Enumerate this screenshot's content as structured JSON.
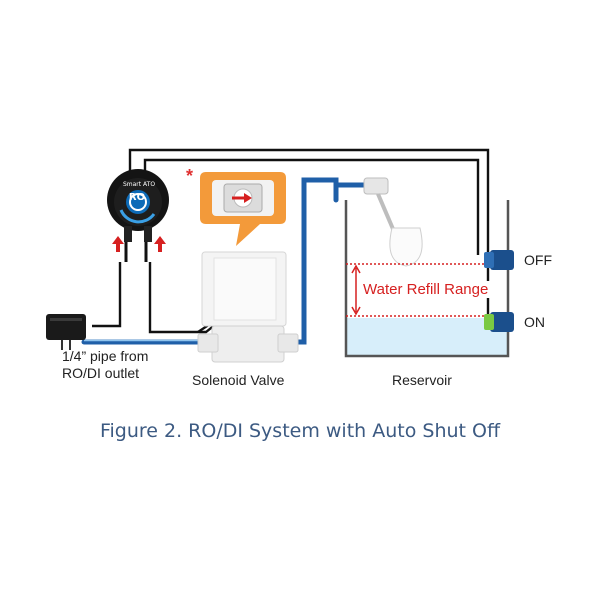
{
  "labels": {
    "pipe_line1": "1/4” pipe from",
    "pipe_line2": "RO/DI outlet",
    "solenoid": "Solenoid Valve",
    "reservoir": "Reservoir",
    "off": "OFF",
    "on": "ON",
    "water_refill_range": "Water Refill Range",
    "asterisk": "*"
  },
  "controller": {
    "brand": "Smart ATO",
    "logo": "RO"
  },
  "caption": "Figure 2. RO/DI System with Auto Shut Off",
  "icons": [
    "power-adapter-icon",
    "solenoid-valve-icon",
    "float-valve-icon",
    "float-sensor-icon",
    "controller-icon",
    "flow-arrow-icon"
  ],
  "colors": {
    "pipe_blue": "#1f5fa8",
    "wire_black": "#111111",
    "refill_red": "#d62020",
    "water": "#d7eefa",
    "sensor_green": "#7ac943",
    "sensor_blue": "#1b4f8c",
    "caption_blue": "#3c5a82",
    "callout_orange": "#f39a3a"
  }
}
